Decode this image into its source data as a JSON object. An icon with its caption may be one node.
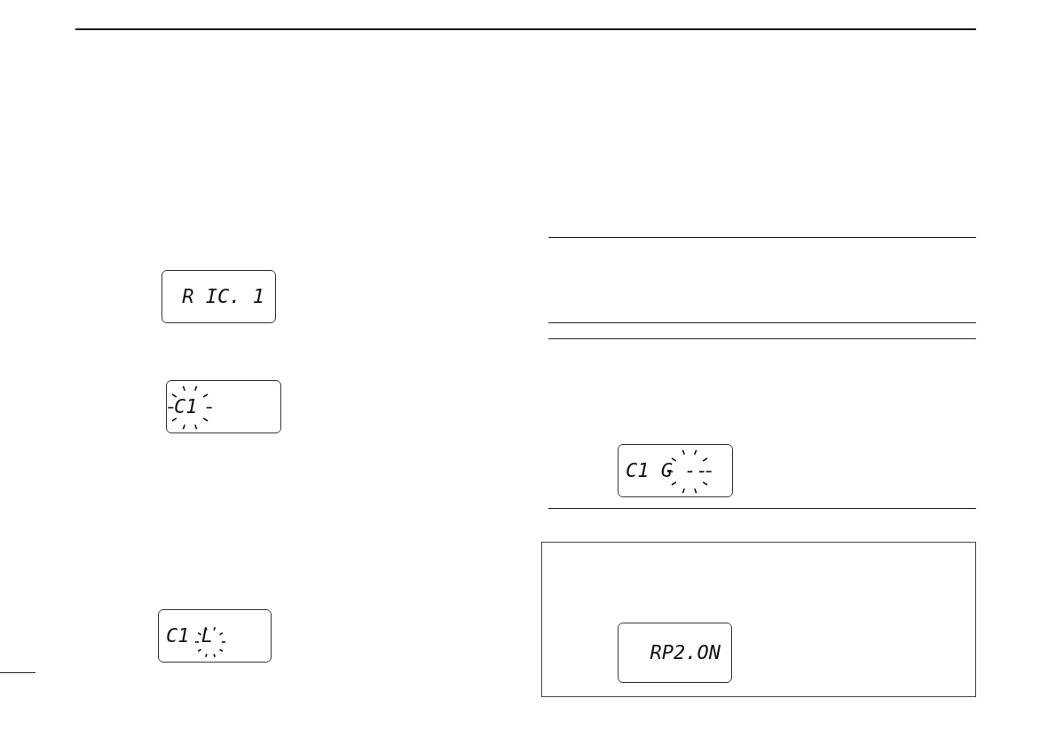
{
  "diagram": {
    "nodes": [
      {
        "text": [
          "R IC. 1"
        ]
      },
      {
        "text": [
          "C1"
        ]
      },
      {
        "text": [
          "C1 L"
        ]
      },
      {
        "text": [
          "C1 G --"
        ]
      },
      {
        "text": [],
        "shape": "box"
      },
      {
        "text": [
          "RP2.ON"
        ],
        "in": 4
      }
    ]
  }
}
